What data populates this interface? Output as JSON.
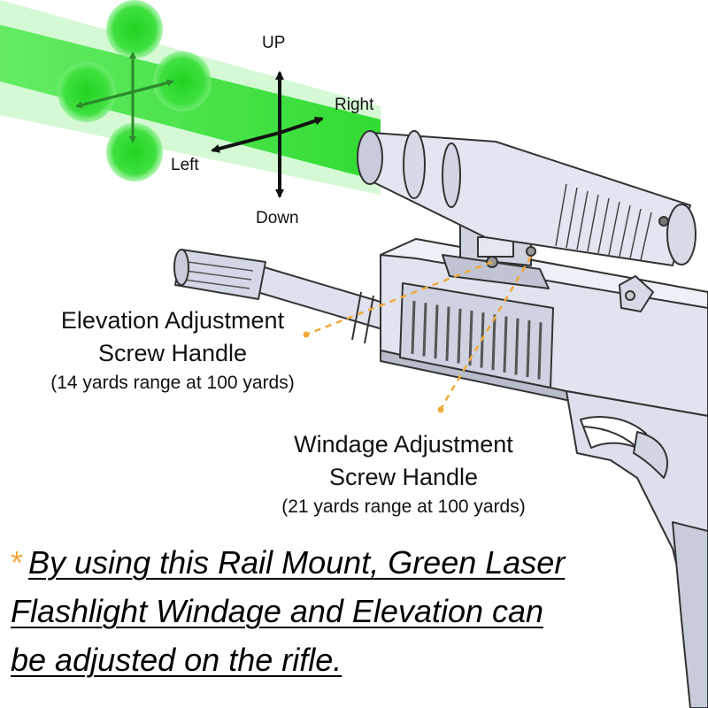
{
  "directions": {
    "up": "UP",
    "right": "Right",
    "left": "Left",
    "down": "Down"
  },
  "elevation": {
    "title_line1": "Elevation Adjustment",
    "title_line2": "Screw Handle",
    "range": "(14 yards range at 100 yards)"
  },
  "windage": {
    "title_line1": "Windage Adjustment",
    "title_line2": "Screw Handle",
    "range": "(21 yards range at 100 yards)"
  },
  "note": {
    "bullet": "*",
    "line1": "By using this Rail Mount, Green Laser",
    "line2": "Flashlight Windage and Elevation can",
    "line3": "be adjusted on the rifle."
  },
  "colors": {
    "laser_green": "#22dd22",
    "leader_orange": "#f2a93b",
    "metal": "#dde0ec",
    "outline": "#333333"
  }
}
